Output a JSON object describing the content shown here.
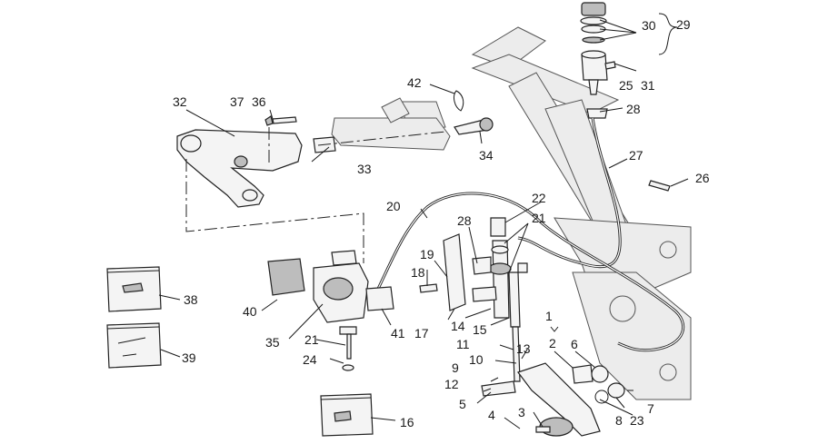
{
  "diagram": {
    "labels": {
      "l1": "1",
      "l2": "2",
      "l3": "3",
      "l4": "4",
      "l5": "5",
      "l6": "6",
      "l7": "7",
      "l8": "8",
      "l9": "9",
      "l10": "10",
      "l11": "11",
      "l12": "12",
      "l13": "13",
      "l14": "14",
      "l15": "15",
      "l16": "16",
      "l17": "17",
      "l18": "18",
      "l19": "19",
      "l20": "20",
      "l21a": "21",
      "l21b": "21",
      "l22": "22",
      "l23": "23",
      "l24": "24",
      "l25": "25",
      "l26": "26",
      "l27": "27",
      "l28a": "28",
      "l28b": "28",
      "l29": "29",
      "l30": "30",
      "l31": "31",
      "l32": "32",
      "l33": "33",
      "l34": "34",
      "l35": "35",
      "l36": "36",
      "l37": "37",
      "l38": "38",
      "l39": "39",
      "l40": "40",
      "l41": "41",
      "l42": "42"
    }
  }
}
